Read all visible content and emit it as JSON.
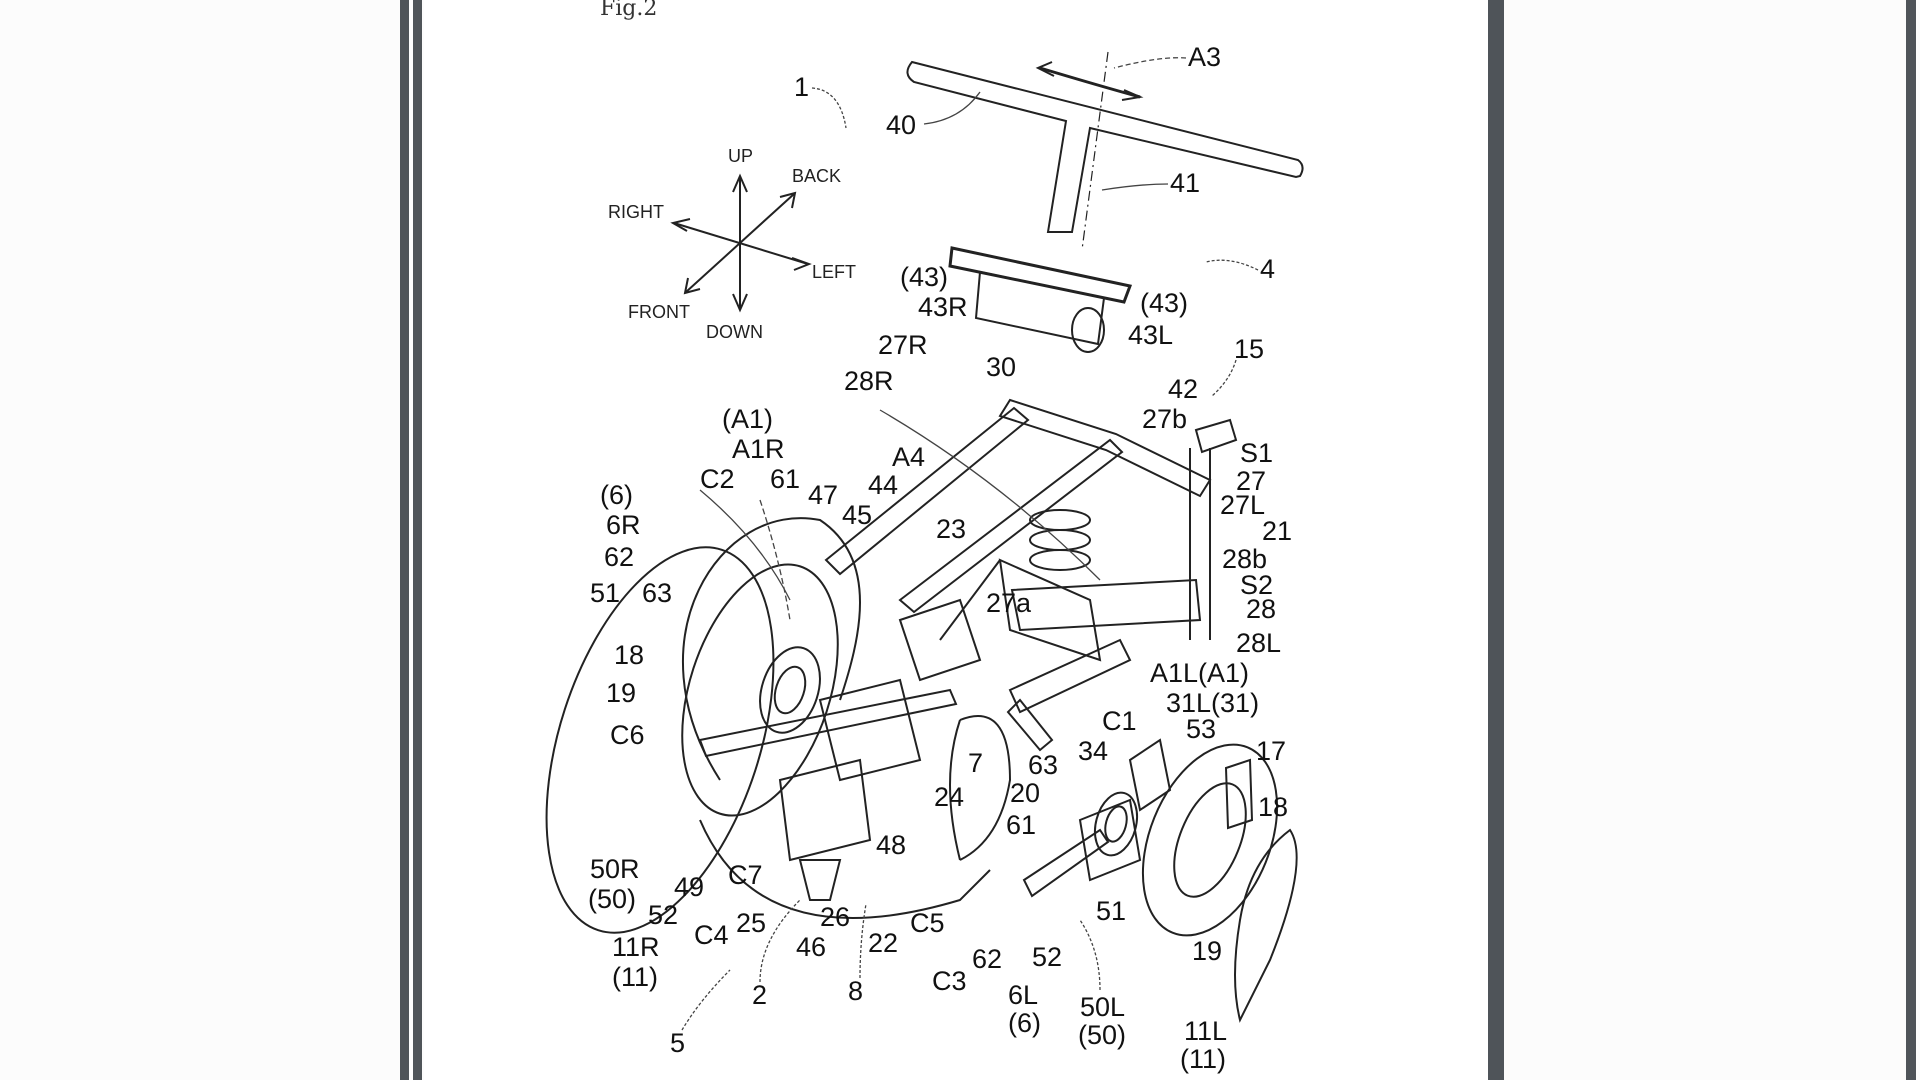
{
  "figure": {
    "title": "Fig.2",
    "directions": {
      "up": "UP",
      "down": "DOWN",
      "back": "BACK",
      "front": "FRONT",
      "right": "RIGHT",
      "left": "LEFT"
    },
    "labels": {
      "l1": "1",
      "l40": "40",
      "lA3": "A3",
      "l41": "41",
      "l4": "4",
      "l43a": "(43)",
      "l43b": "(43)",
      "l43R": "43R",
      "l43L": "43L",
      "l27R": "27R",
      "l30": "30",
      "l15": "15",
      "l28R": "28R",
      "l42": "42",
      "l27b": "27b",
      "lS1": "S1",
      "l27": "27",
      "l27L": "27L",
      "l21": "21",
      "l28b": "28b",
      "lS2": "S2",
      "l28": "28",
      "l28L": "28L",
      "lA1L": "A1L(A1)",
      "l31L": "31L(31)",
      "lC1": "C1",
      "l53": "53",
      "l34": "34",
      "l17": "17",
      "l18r": "18",
      "l63r": "63",
      "l7": "7",
      "l20": "20",
      "l24": "24",
      "l61r": "61",
      "l48": "48",
      "l51r": "51",
      "l52r": "52",
      "l19r": "19",
      "l62r": "62",
      "lC3": "C3",
      "l6L": "6L",
      "l6Lp": "(6)",
      "l50L": "50L",
      "l50Lp": "(50)",
      "l11L": "11L",
      "l11Lp": "(11)",
      "lA1p": "(A1)",
      "lA1R": "A1R",
      "lC2": "C2",
      "l61": "61",
      "l47": "47",
      "lA4": "A4",
      "l44": "44",
      "l45": "45",
      "l23": "23",
      "l27a": "27a",
      "l6p": "(6)",
      "l6R": "6R",
      "l62": "62",
      "l51": "51",
      "l63": "63",
      "l18": "18",
      "l19": "19",
      "lC6": "C6",
      "l50R": "50R",
      "l50Rp": "(50)",
      "l49": "49",
      "l52": "52",
      "lC7": "C7",
      "l11R": "11R",
      "l11Rp": "(11)",
      "lC4": "C4",
      "l25": "25",
      "l26": "26",
      "l46": "46",
      "l22": "22",
      "lC5": "C5",
      "l2": "2",
      "l8": "8",
      "l5": "5"
    }
  }
}
